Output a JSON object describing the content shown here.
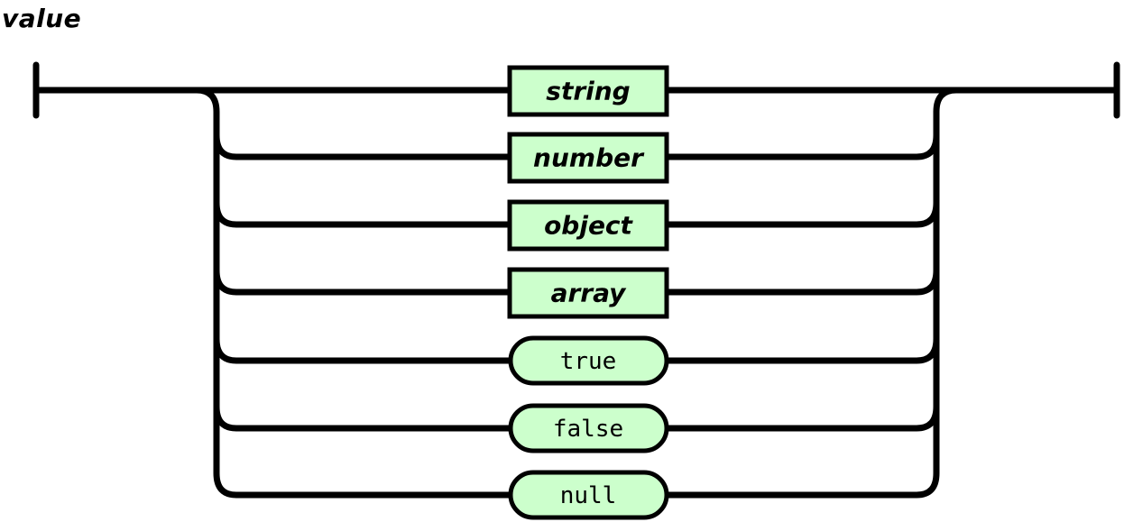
{
  "diagram": {
    "title": "value",
    "fill_color": "#ccffcc",
    "stroke_color": "#000000",
    "nonterminals": [
      "string",
      "number",
      "object",
      "array"
    ],
    "terminals": [
      "true",
      "false",
      "null"
    ]
  }
}
